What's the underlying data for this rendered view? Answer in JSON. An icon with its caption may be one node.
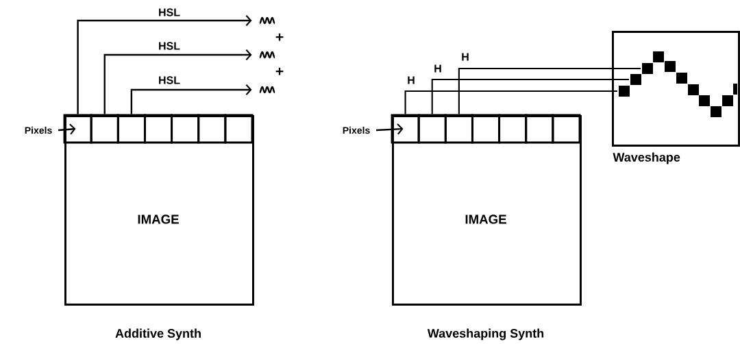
{
  "diagram": {
    "nodes": [
      {
        "text": [
          "IMAGE"
        ],
        "beside": [
          "Additive Synth"
        ]
      },
      {
        "text": [],
        "shape": "box",
        "in": 0
      },
      {
        "text": [],
        "shape": "box",
        "in": 0
      },
      {
        "text": [],
        "shape": "box",
        "in": 0
      },
      {
        "text": [],
        "shape": "box",
        "in": 0
      },
      {
        "text": [],
        "shape": "box",
        "in": 0
      },
      {
        "text": [],
        "shape": "box",
        "in": 0
      },
      {
        "text": [],
        "shape": "box",
        "in": 0
      },
      {
        "text": [
          "Pixels"
        ]
      },
      {
        "text": [],
        "shape": "wave"
      },
      {
        "text": [],
        "shape": "wave"
      },
      {
        "text": [],
        "shape": "wave"
      },
      {
        "text": [
          "IMAGE"
        ],
        "beside": [
          "Waveshaping Synth"
        ]
      },
      {
        "text": [],
        "shape": "box",
        "in": 12
      },
      {
        "text": [],
        "shape": "box",
        "in": 12
      },
      {
        "text": [],
        "shape": "box",
        "in": 12
      },
      {
        "text": [],
        "shape": "box",
        "in": 12
      },
      {
        "text": [],
        "shape": "box",
        "in": 12
      },
      {
        "text": [],
        "shape": "box",
        "in": 12
      },
      {
        "text": [],
        "shape": "box",
        "in": 12
      },
      {
        "text": [
          "Pixels"
        ]
      },
      {
        "text": [
          "Waveshape"
        ]
      }
    ],
    "edges": [
      {
        "from": 8,
        "to": 1,
        "arrow": "to"
      },
      {
        "from": 1,
        "to": 9,
        "arrow": "to",
        "label": "HSL"
      },
      {
        "from": 2,
        "to": 10,
        "arrow": "to",
        "label": "HSL"
      },
      {
        "from": 3,
        "to": 11,
        "arrow": "to",
        "label": "HSL"
      },
      {
        "from": 20,
        "to": 13,
        "arrow": "to"
      },
      {
        "from": 13,
        "to": 21,
        "arrow": "none",
        "label": "H"
      },
      {
        "from": 14,
        "to": 21,
        "arrow": "none",
        "label": "H"
      },
      {
        "from": 15,
        "to": 21,
        "arrow": "none",
        "label": "H"
      }
    ],
    "labels": [
      "+",
      "+"
    ]
  }
}
